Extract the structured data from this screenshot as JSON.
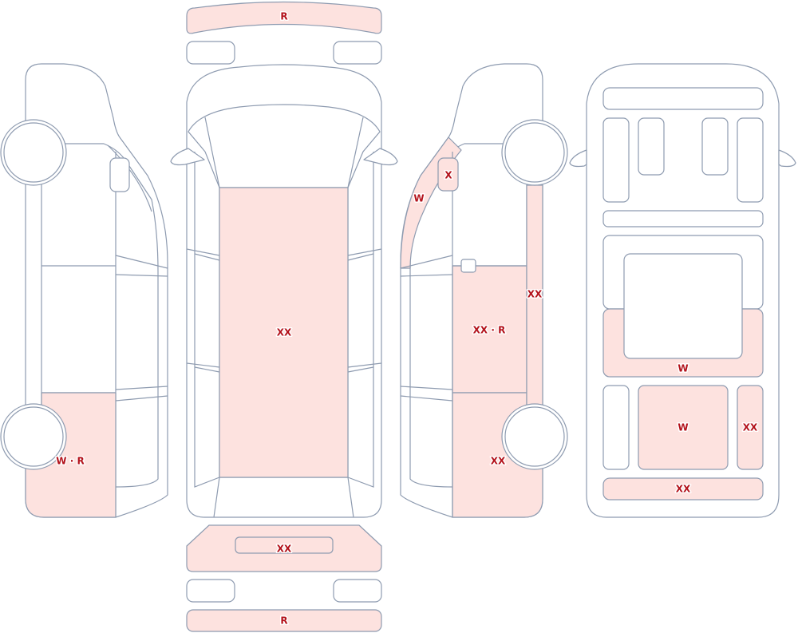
{
  "colors": {
    "outline": "#8e9bb0",
    "damage_fill": "#fde2df",
    "label_text": "#b3121b"
  },
  "labels": {
    "roof_front_edge": "R",
    "hood": "XX",
    "rear_upper_panel": "XX",
    "rear_lower_bar": "R",
    "left_rear_quarter": "W · R",
    "right_a_pillar": "W",
    "right_mirror": "X",
    "right_front_door": "XX · R",
    "right_rocker": "XX",
    "right_rear_quarter": "XX",
    "roof_center": "W",
    "roof_rear_center": "W",
    "roof_rear_right": "XX",
    "roof_rear_edge": "XX"
  }
}
